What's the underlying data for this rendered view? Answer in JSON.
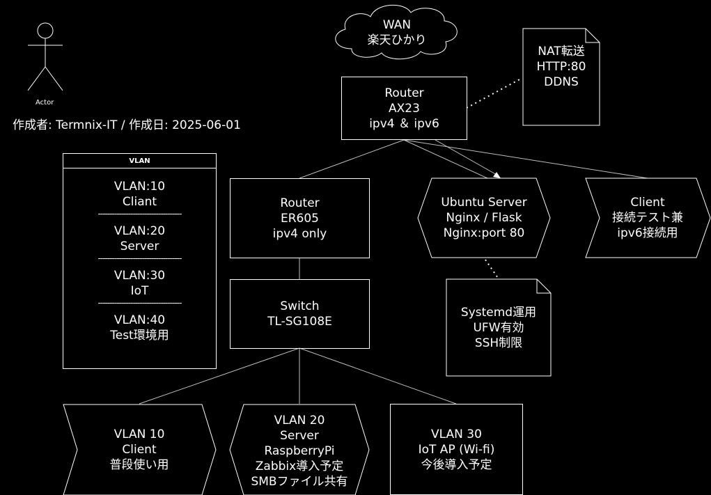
{
  "actor": {
    "label": "Actor"
  },
  "author_line": "作成者: Termnix-IT / 作成日: 2025-06-01",
  "wan": {
    "text": "WAN\n楽天ひかり"
  },
  "router_ax23": {
    "text": "Router\nAX23\nipv4 ＆ ipv6"
  },
  "nat_note": {
    "text": "NAT転送\nHTTP:80\nDDNS"
  },
  "vlan_legend": {
    "title": "VLAN",
    "entries": [
      "VLAN:10\nCliant",
      "VLAN:20\nServer",
      "VLAN:30\nIoT",
      "VLAN:40\nTest環境用"
    ],
    "separator": "------------------------------------"
  },
  "router_er605": {
    "text": "Router\nER605\nipv4 only"
  },
  "ubuntu_server": {
    "text": "Ubuntu Server\nNginx / Flask\nNginx:port 80"
  },
  "client_test": {
    "text": "Client\n接続テスト兼\nipv6接続用"
  },
  "switch": {
    "text": "Switch\nTL-SG108E"
  },
  "server_note": {
    "text": "Systemd運用\nUFW有効\nSSH制限"
  },
  "vlan10_client": {
    "text": "VLAN 10\nClient\n普段使い用"
  },
  "vlan20_server": {
    "text": "VLAN 20\nServer\nRaspberryPi\nZabbix導入予定\nSMBファイル共有"
  },
  "vlan30_iot": {
    "text": "VLAN 30\nIoT AP (Wi-fi)\n今後導入予定"
  }
}
